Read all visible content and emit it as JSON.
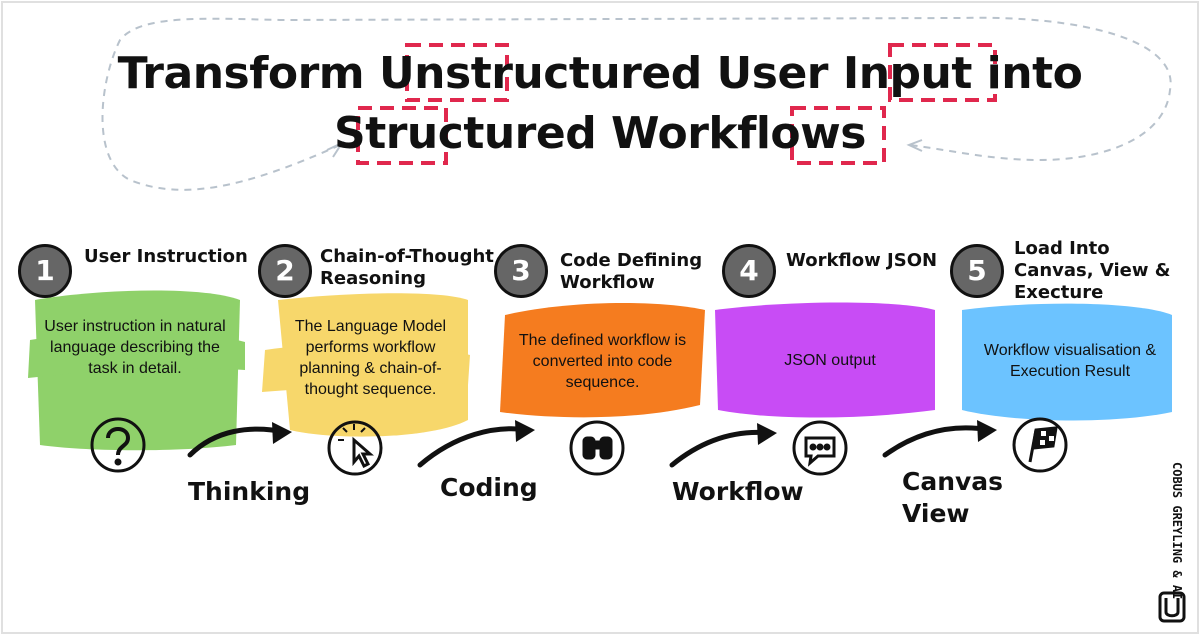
{
  "title": {
    "line1": "Transform Unstructured User Input into",
    "line2": "Structured Workflows"
  },
  "steps": [
    {
      "number": "1",
      "title": "User Instruction",
      "description": "User instruction in natural language describing the task in detail.",
      "color": "#8fd16a",
      "icon": "question-mark-icon"
    },
    {
      "number": "2",
      "title": "Chain-of-Thought Reasoning",
      "description": "The Language Model performs workflow planning & chain-of-thought sequence.",
      "color": "#f7d76b",
      "icon": "cursor-click-icon"
    },
    {
      "number": "3",
      "title": "Code Defining Workflow",
      "description": "The defined workflow is converted into code sequence.",
      "color": "#f57c1f",
      "icon": "binoculars-icon"
    },
    {
      "number": "4",
      "title": "Workflow JSON",
      "description": "JSON output",
      "color": "#c84cf5",
      "icon": "chat-bubble-icon"
    },
    {
      "number": "5",
      "title": "Load Into Canvas, View & Execture",
      "description": "Workflow visualisation & Execution Result",
      "color": "#6cc3ff",
      "icon": "checkered-flag-icon"
    }
  ],
  "flow_labels": [
    "Thinking",
    "Coding",
    "Workflow",
    "Canvas View"
  ],
  "brand": {
    "text": "COBUS GREYLING & AI"
  }
}
